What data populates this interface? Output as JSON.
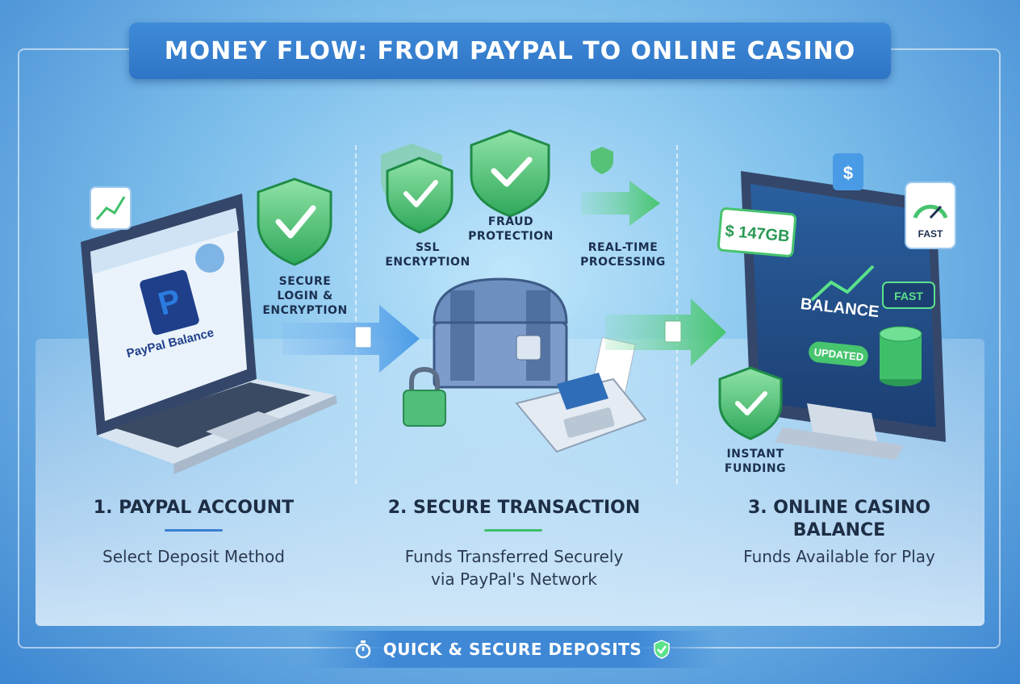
{
  "title": "MONEY FLOW: FROM PAYPAL TO ONLINE CASINO",
  "labels": {
    "secure_login_line1": "SECURE",
    "secure_login_line2": "LOGIN &",
    "secure_login_line3": "ENCRYPTION",
    "ssl_line1": "SSL",
    "ssl_line2": "ENCRYPTION",
    "fraud_line1": "FRAUD",
    "fraud_line2": "PROTECTION",
    "realtime_line1": "REAL-TIME",
    "realtime_line2": "PROCESSING",
    "instant_line1": "INSTANT",
    "instant_line2": "FUNDING",
    "paypal_balance": "PayPal Balance",
    "casino_amount": "$ 147GB",
    "balance": "BALANCE",
    "updated": "UPDATED",
    "fast_screen": "FAST",
    "fast_gauge": "FAST"
  },
  "steps": [
    {
      "title": "1. PAYPAL ACCOUNT",
      "text": "Select Deposit Method"
    },
    {
      "title": "2. SECURE TRANSACTION",
      "text_line1": "Funds Transferred Securely",
      "text_line2": "via PayPal's Network"
    },
    {
      "title_line1": "3. ONLINE CASINO",
      "title_line2": "BALANCE",
      "text": "Funds Available for Play"
    }
  ],
  "footer": {
    "text": "QUICK & SECURE DEPOSITS"
  },
  "colors": {
    "accent_blue": "#2f75c6",
    "accent_green": "#3fbf6a",
    "dark_text": "#1d2e45"
  }
}
